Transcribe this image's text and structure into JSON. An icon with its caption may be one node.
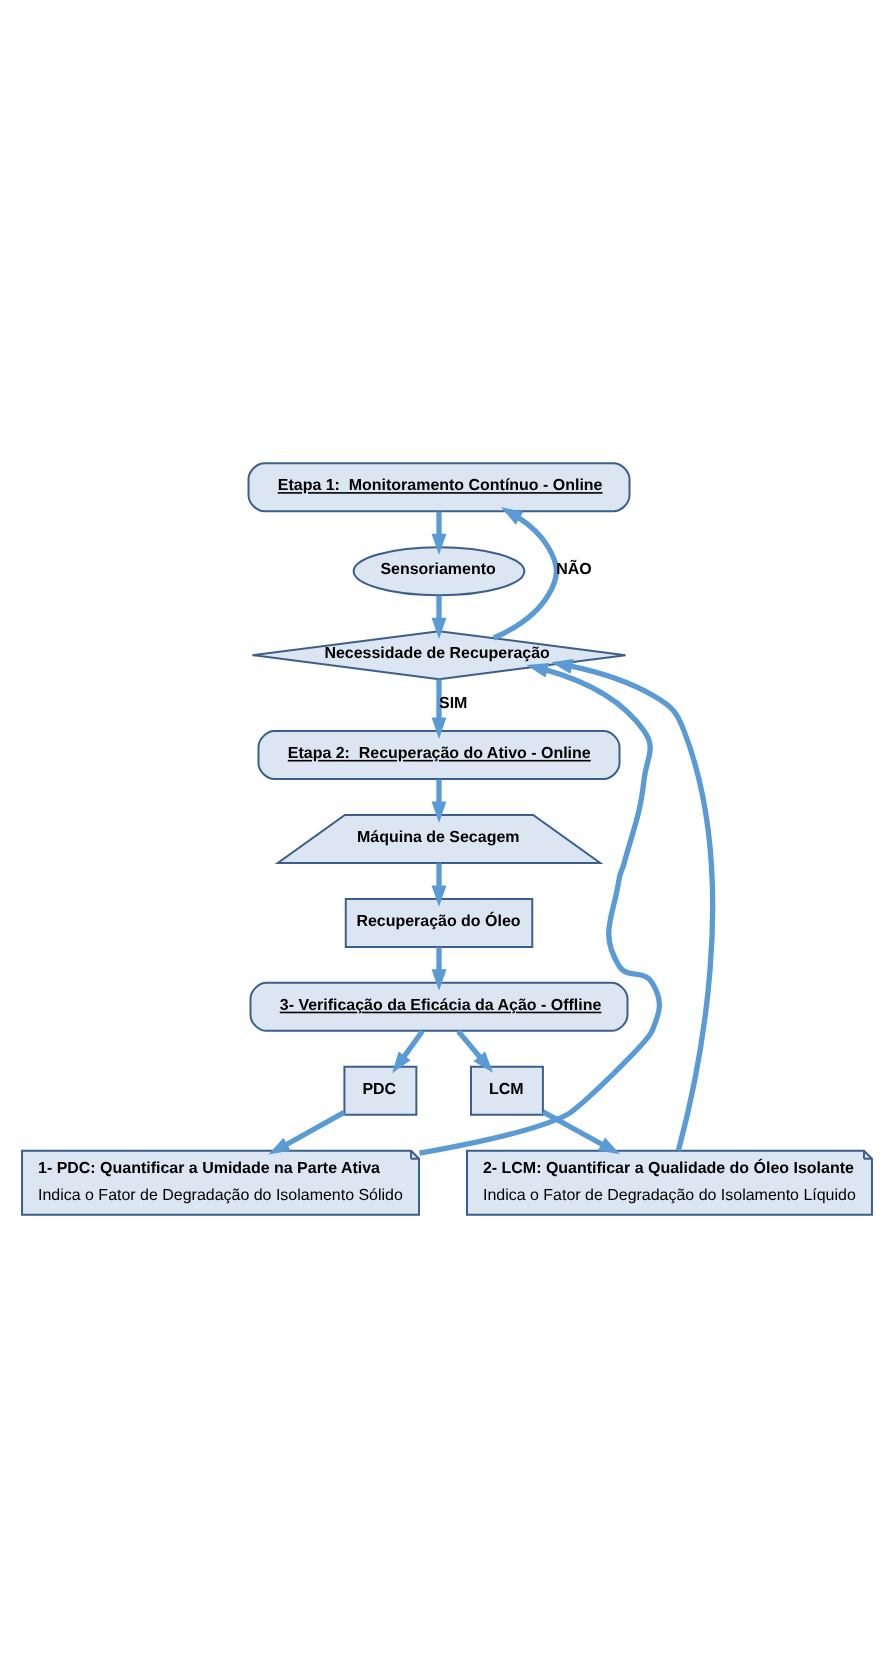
{
  "diagram": {
    "nodes": [
      {
        "text": [
          "Etapa 1:  Monitoramento Contínuo - Online"
        ]
      },
      {
        "text": [
          "Sensoriamento"
        ]
      },
      {
        "text": [
          "Necessidade de Recuperação"
        ]
      },
      {
        "text": [
          "Etapa 2:  Recuperação do Ativo - Online"
        ]
      },
      {
        "text": [
          "Máquina de Secagem"
        ]
      },
      {
        "text": [
          "Recuperação do Óleo"
        ]
      },
      {
        "text": [
          "3- Verificação da Eficácia da Ação - Offline"
        ]
      },
      {
        "text": [
          "PDC"
        ]
      },
      {
        "text": [
          "LCM"
        ]
      },
      {
        "text": [
          "1- PDC: Quantificar a Umidade na Parte Ativa",
          "Indica o Fator de Degradação do Isolamento Sólido"
        ]
      },
      {
        "text": [
          "2- LCM: Quantificar a Qualidade do Óleo Isolante",
          "Indica o Fator de Degradação do Isolamento Líquido"
        ]
      }
    ],
    "edges": [
      {
        "from": 0,
        "to": 1,
        "arrow": "to"
      },
      {
        "from": 1,
        "to": 2,
        "arrow": "to"
      },
      {
        "from": 2,
        "to": 0,
        "arrow": "to",
        "label": "NÃO"
      },
      {
        "from": 2,
        "to": 3,
        "arrow": "to",
        "label": "SIM"
      },
      {
        "from": 3,
        "to": 4,
        "arrow": "to"
      },
      {
        "from": 4,
        "to": 5,
        "arrow": "to"
      },
      {
        "from": 5,
        "to": 6,
        "arrow": "to"
      },
      {
        "from": 6,
        "to": 7,
        "arrow": "to"
      },
      {
        "from": 6,
        "to": 8,
        "arrow": "to"
      },
      {
        "from": 7,
        "to": 9,
        "arrow": "to"
      },
      {
        "from": 8,
        "to": 10,
        "arrow": "to"
      },
      {
        "from": 9,
        "to": 2,
        "arrow": "to"
      },
      {
        "from": 10,
        "to": 2,
        "arrow": "to"
      }
    ]
  }
}
